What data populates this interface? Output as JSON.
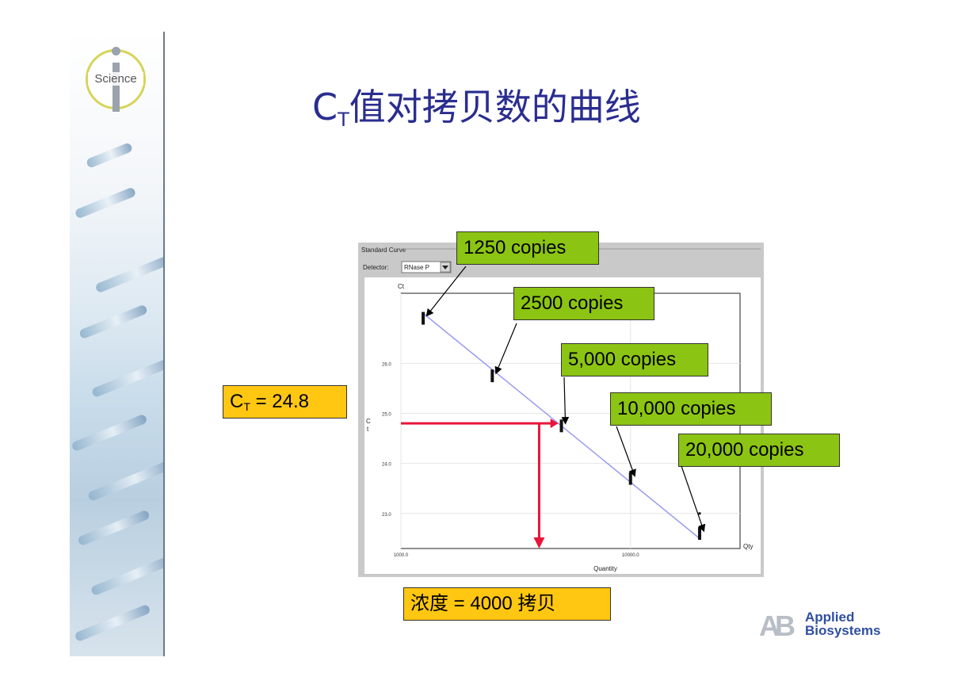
{
  "title": {
    "main": "C",
    "sub": "T",
    "rest": "值对拷贝数的曲线"
  },
  "logo": {
    "word": "Science"
  },
  "brand": {
    "mark": "AB",
    "line1": "Applied",
    "line2": "Biosystems"
  },
  "panel": {
    "title": "Standard Curve",
    "detector_label": "Detector:",
    "detector_value": "RNase P",
    "dropdown_icon": "chevron-down-icon"
  },
  "chart_data": {
    "type": "scatter",
    "ylabel_top": "Ct",
    "ylabel_side": [
      "C",
      "t"
    ],
    "xlabel": "Quantity",
    "xlabel_right": "Qty",
    "x_scale": "log",
    "xlim": [
      1000,
      30000
    ],
    "ylim": [
      22.3,
      27.4
    ],
    "x_ticks": [
      {
        "value": 1000,
        "label": "1000.0"
      },
      {
        "value": 10000,
        "label": "10000.0"
      }
    ],
    "y_ticks": [
      {
        "value": 26.0,
        "label": "26.0"
      },
      {
        "value": 25.0,
        "label": "25.0"
      },
      {
        "value": 24.0,
        "label": "24.0"
      },
      {
        "value": 23.0,
        "label": "23.0"
      }
    ],
    "points": [
      {
        "x": 1250,
        "y": 26.9,
        "label": "1250 copies"
      },
      {
        "x": 2500,
        "y": 25.75,
        "label": "2500 copies"
      },
      {
        "x": 5000,
        "y": 24.75,
        "label": "5,000 copies"
      },
      {
        "x": 10000,
        "y": 23.7,
        "label": "10,000 copies"
      },
      {
        "x": 20000,
        "y": 22.6,
        "label": "20,000 copies"
      }
    ],
    "outlier": {
      "x": 20000,
      "y": 23.0
    },
    "fit_line": {
      "x": [
        1250,
        20000
      ],
      "y": [
        27.0,
        22.5
      ]
    },
    "grid": true,
    "line_color": "#9a9cf0",
    "annotation": {
      "ct_value": 24.8,
      "concentration": 4000,
      "arrow_color": "#e8143a"
    }
  },
  "callouts": {
    "ct_prefix": "C",
    "ct_sub": "T",
    "ct_rest": " = 24.8",
    "concentration": "浓度 = 4000 拷贝"
  },
  "colors": {
    "callout_green": "#8cc413",
    "callout_orange": "#ffc712",
    "title": "#2a2d8f"
  }
}
